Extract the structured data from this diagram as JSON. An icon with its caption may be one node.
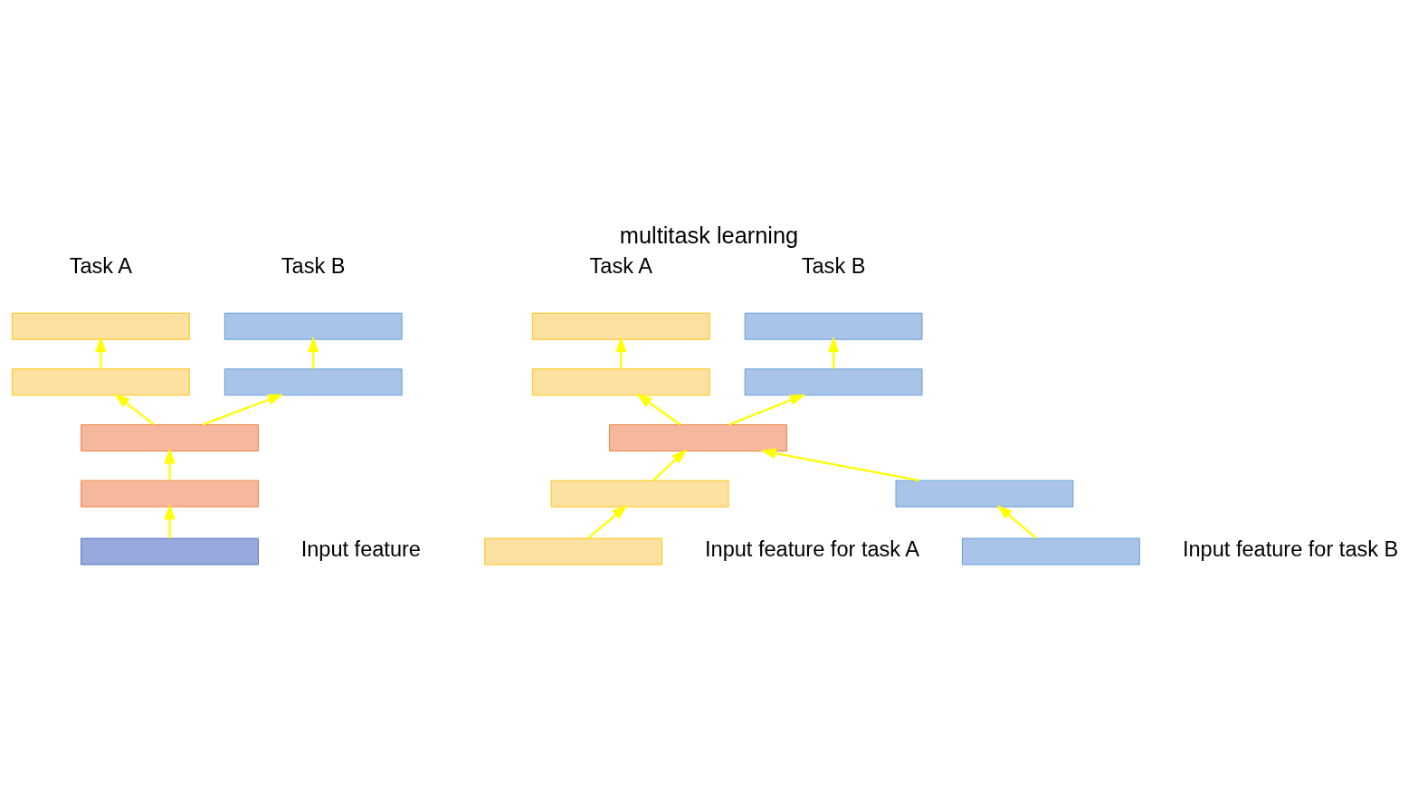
{
  "diagram": {
    "title": "multitask learning",
    "nodes": [
      {
        "text": [],
        "shape": "bar",
        "beside": [
          "Task A"
        ]
      },
      {
        "text": [],
        "shape": "bar",
        "beside": [
          "Task B"
        ]
      },
      {
        "text": [],
        "shape": "bar"
      },
      {
        "text": [],
        "shape": "bar"
      },
      {
        "text": [],
        "shape": "bar"
      },
      {
        "text": [],
        "shape": "bar"
      },
      {
        "text": [],
        "shape": "bar",
        "beside": [
          "Input feature"
        ]
      },
      {
        "text": [],
        "shape": "bar",
        "beside": [
          "Task A"
        ]
      },
      {
        "text": [],
        "shape": "bar",
        "beside": [
          "Task B"
        ]
      },
      {
        "text": [],
        "shape": "bar"
      },
      {
        "text": [],
        "shape": "bar"
      },
      {
        "text": [],
        "shape": "bar"
      },
      {
        "text": [],
        "shape": "bar"
      },
      {
        "text": [],
        "shape": "bar"
      },
      {
        "text": [],
        "shape": "bar",
        "beside": [
          "Input feature for task A"
        ]
      },
      {
        "text": [],
        "shape": "bar",
        "beside": [
          "Input feature for task B"
        ]
      }
    ],
    "edges": [
      {
        "from": 6,
        "to": 5,
        "arrow": "to",
        "color": "#ffff00"
      },
      {
        "from": 5,
        "to": 4,
        "arrow": "to",
        "color": "#ffff00"
      },
      {
        "from": 4,
        "to": 2,
        "arrow": "to",
        "color": "#ffff00"
      },
      {
        "from": 4,
        "to": 3,
        "arrow": "to",
        "color": "#ffff00"
      },
      {
        "from": 2,
        "to": 0,
        "arrow": "to",
        "color": "#ffff00"
      },
      {
        "from": 3,
        "to": 1,
        "arrow": "to",
        "color": "#ffff00"
      },
      {
        "from": 14,
        "to": 12,
        "arrow": "to",
        "color": "#ffff00"
      },
      {
        "from": 12,
        "to": 11,
        "arrow": "to",
        "color": "#ffff00"
      },
      {
        "from": 15,
        "to": 13,
        "arrow": "to",
        "color": "#ffff00"
      },
      {
        "from": 13,
        "to": 11,
        "arrow": "to",
        "color": "#ffff00"
      },
      {
        "from": 11,
        "to": 9,
        "arrow": "to",
        "color": "#ffff00"
      },
      {
        "from": 11,
        "to": 10,
        "arrow": "to",
        "color": "#ffff00"
      },
      {
        "from": 9,
        "to": 7,
        "arrow": "to",
        "color": "#ffff00"
      },
      {
        "from": 10,
        "to": 8,
        "arrow": "to",
        "color": "#ffff00"
      }
    ]
  }
}
